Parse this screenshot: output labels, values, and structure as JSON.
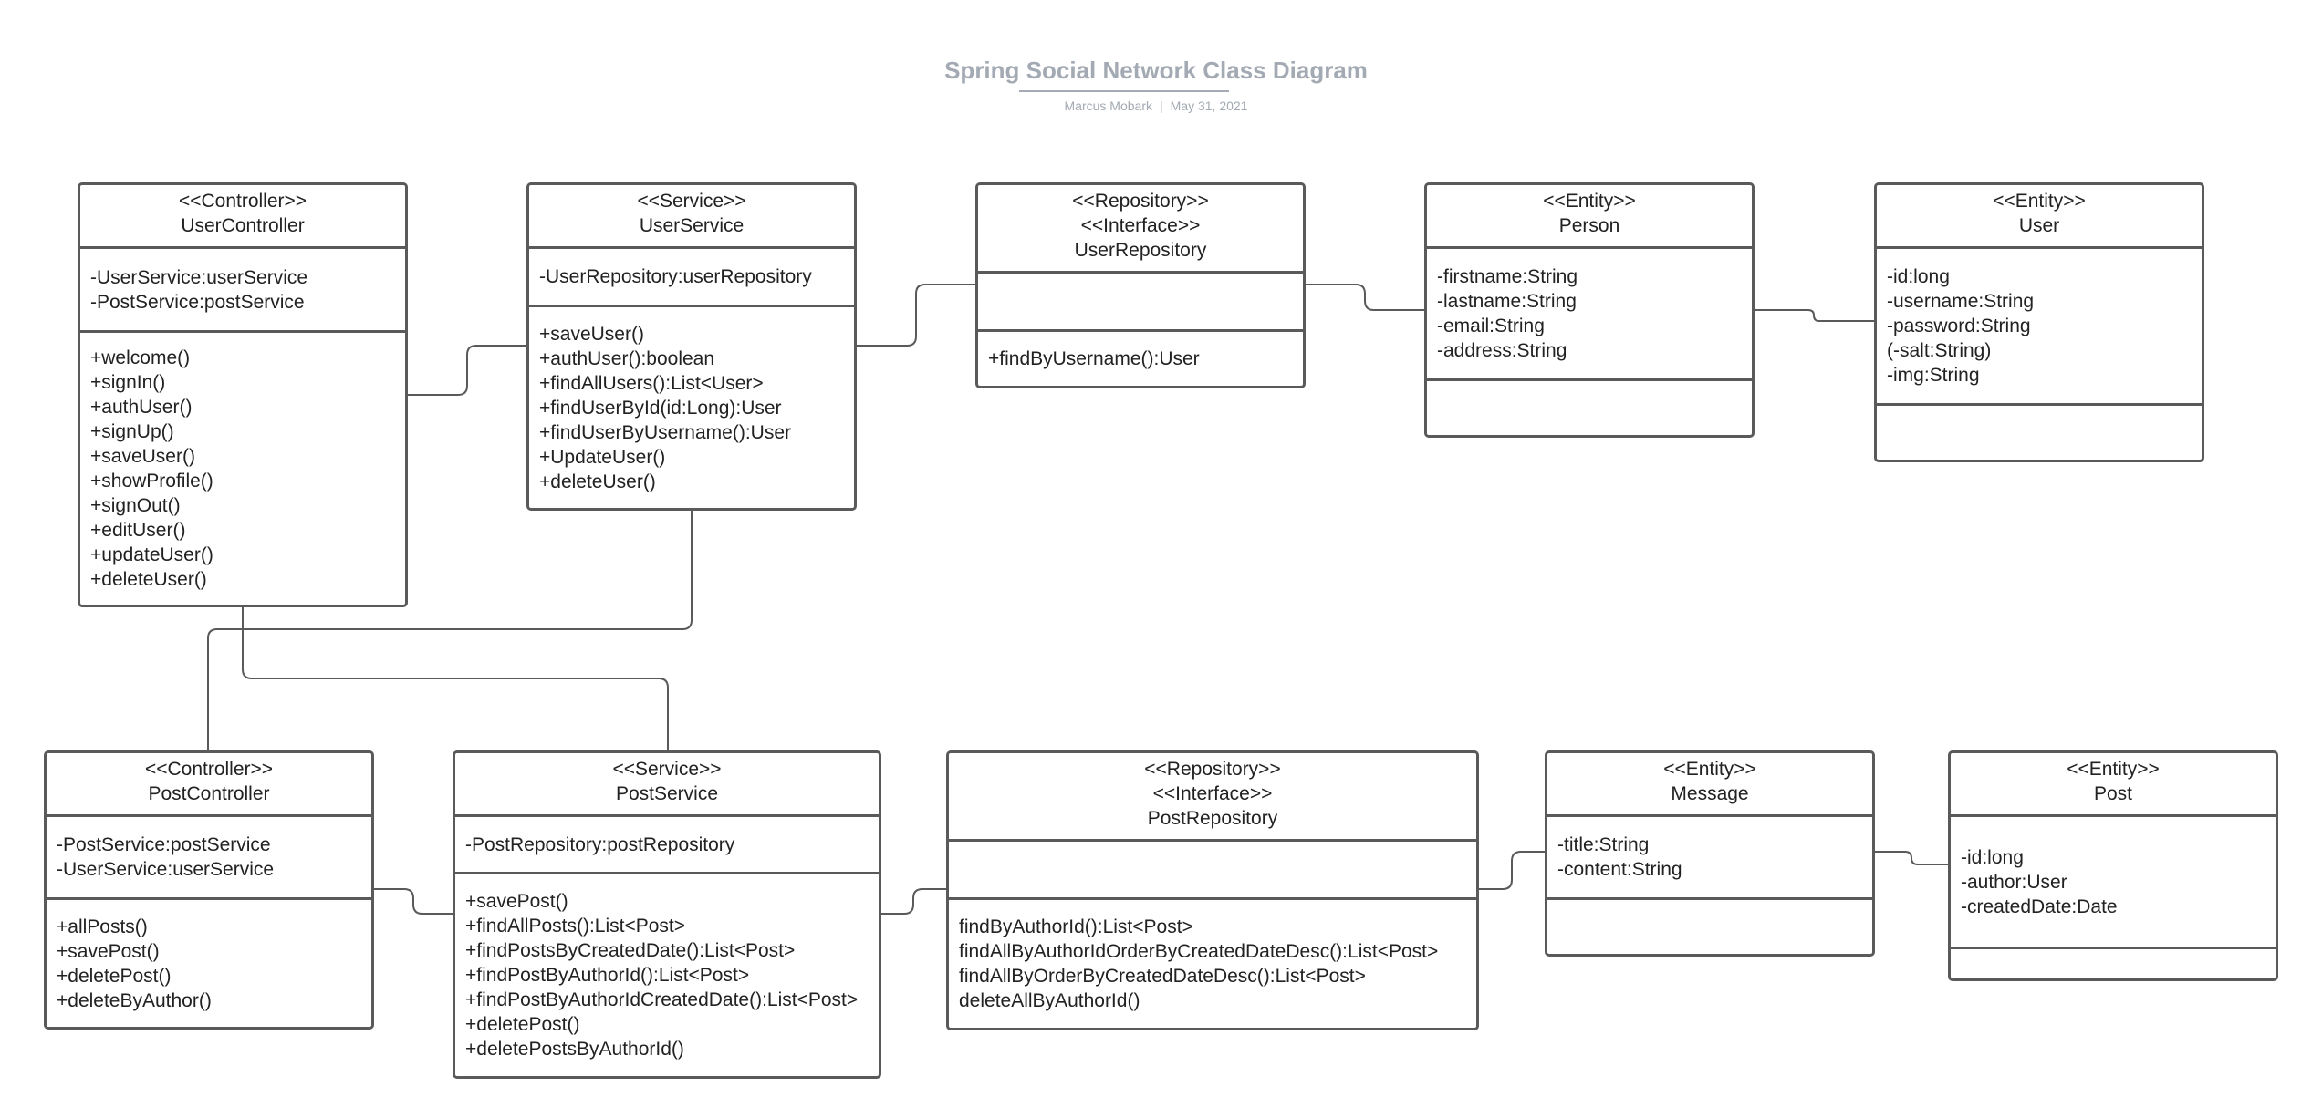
{
  "diagram": {
    "title": "Spring Social Network Class Diagram",
    "author": "Marcus Mobark",
    "date": "May 31, 2021"
  },
  "classes": [
    {
      "id": "UserController",
      "stereotypes": [
        "<<Controller>>"
      ],
      "name": "UserController",
      "attributes": [
        "-UserService:userService",
        "-PostService:postService"
      ],
      "methods": [
        "+welcome()",
        "+signIn()",
        "+authUser()",
        "+signUp()",
        "+saveUser()",
        "+showProfile()",
        "+signOut()",
        "+editUser()",
        "+updateUser()",
        "+deleteUser()"
      ]
    },
    {
      "id": "UserService",
      "stereotypes": [
        "<<Service>>"
      ],
      "name": "UserService",
      "attributes": [
        "-UserRepository:userRepository"
      ],
      "methods": [
        "+saveUser()",
        "+authUser():boolean",
        "+findAllUsers():List<User>",
        "+findUserById(id:Long):User",
        "+findUserByUsername():User",
        "+UpdateUser()",
        "+deleteUser()"
      ]
    },
    {
      "id": "UserRepository",
      "stereotypes": [
        "<<Repository>>",
        "<<Interface>>"
      ],
      "name": "UserRepository",
      "attributes": [],
      "methods": [
        "+findByUsername():User"
      ]
    },
    {
      "id": "Person",
      "stereotypes": [
        "<<Entity>>"
      ],
      "name": "Person",
      "attributes": [
        "-firstname:String",
        "-lastname:String",
        "-email:String",
        "-address:String"
      ],
      "methods": []
    },
    {
      "id": "User",
      "stereotypes": [
        "<<Entity>>"
      ],
      "name": "User",
      "attributes": [
        "-id:long",
        "-username:String",
        "-password:String",
        "(-salt:String)",
        "-img:String"
      ],
      "methods": []
    },
    {
      "id": "PostController",
      "stereotypes": [
        "<<Controller>>"
      ],
      "name": "PostController",
      "attributes": [
        "-PostService:postService",
        "-UserService:userService"
      ],
      "methods": [
        "+allPosts()",
        "+savePost()",
        "+deletePost()",
        "+deleteByAuthor()"
      ]
    },
    {
      "id": "PostService",
      "stereotypes": [
        "<<Service>>"
      ],
      "name": "PostService",
      "attributes": [
        "-PostRepository:postRepository"
      ],
      "methods": [
        "+savePost()",
        "+findAllPosts():List<Post>",
        "+findPostsByCreatedDate():List<Post>",
        "+findPostByAuthorId():List<Post>",
        "+findPostByAuthorIdCreatedDate():List<Post>",
        "+deletePost()",
        "+deletePostsByAuthorId()"
      ]
    },
    {
      "id": "PostRepository",
      "stereotypes": [
        "<<Repository>>",
        "<<Interface>>"
      ],
      "name": "PostRepository",
      "attributes": [],
      "methods": [
        "findByAuthorId():List<Post>",
        "findAllByAuthorIdOrderByCreatedDateDesc():List<Post>",
        "findAllByOrderByCreatedDateDesc():List<Post>",
        "deleteAllByAuthorId()"
      ]
    },
    {
      "id": "Message",
      "stereotypes": [
        "<<Entity>>"
      ],
      "name": "Message",
      "attributes": [
        "-title:String",
        "-content:String"
      ],
      "methods": []
    },
    {
      "id": "Post",
      "stereotypes": [
        "<<Entity>>"
      ],
      "name": "Post",
      "attributes": [
        "-id:long",
        "-author:User",
        "-createdDate:Date"
      ],
      "methods": []
    }
  ],
  "relations": [
    {
      "from": "UserController",
      "to": "UserService"
    },
    {
      "from": "UserService",
      "to": "UserRepository"
    },
    {
      "from": "UserRepository",
      "to": "Person"
    },
    {
      "from": "Person",
      "to": "User"
    },
    {
      "from": "UserService",
      "to": "PostController"
    },
    {
      "from": "UserController",
      "to": "PostService"
    },
    {
      "from": "PostController",
      "to": "PostService"
    },
    {
      "from": "PostService",
      "to": "PostRepository"
    },
    {
      "from": "PostRepository",
      "to": "Message"
    },
    {
      "from": "Message",
      "to": "Post"
    }
  ],
  "colors": {
    "border": "#5a5a5a",
    "connector": "#5a5a5a",
    "title": "#a3aab3",
    "text": "#222222"
  }
}
